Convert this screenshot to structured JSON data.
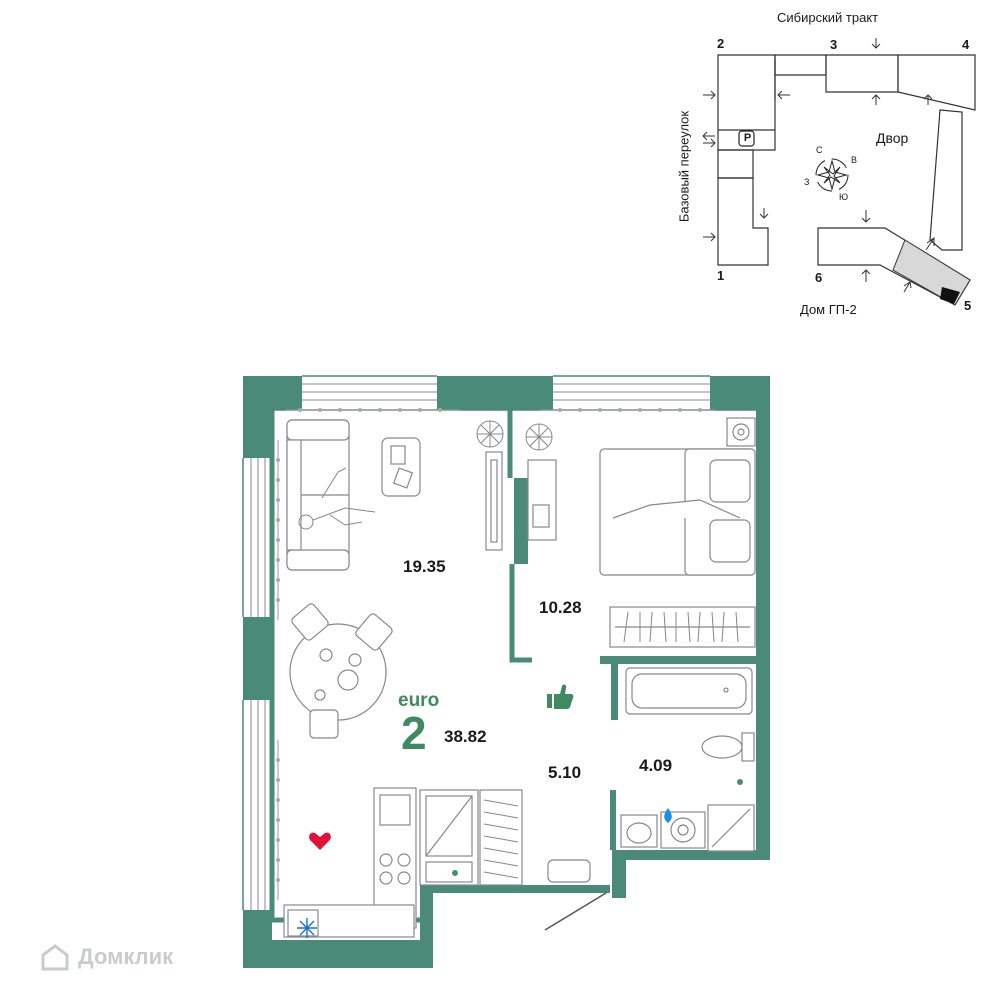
{
  "site_plan": {
    "street_top": "Сибирский тракт",
    "street_left": "Базовый переулок",
    "yard_label": "Двор",
    "building_label": "Дом ГП-2",
    "parking_label": "P",
    "entrance_numbers": [
      "1",
      "2",
      "3",
      "4",
      "5",
      "6"
    ],
    "compass": {
      "north": "С",
      "east": "В",
      "south": "Ю",
      "west": "З"
    }
  },
  "plan": {
    "type_label": "euro",
    "rooms_count": "2",
    "total_area": "38.82",
    "rooms": {
      "living_kitchen": "19.35",
      "bedroom": "10.28",
      "hall": "5.10",
      "bathroom": "4.09"
    }
  },
  "colors": {
    "wall": "#4a8a78",
    "accent_green": "#3f8a5e",
    "heart": "#e0123a",
    "water": "#1d8ee8",
    "snow": "#1a6fd0"
  },
  "watermark": "Домклик"
}
